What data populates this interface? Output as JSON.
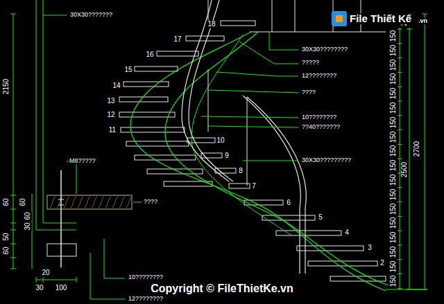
{
  "diagram": {
    "labels": [
      "30X30???????",
      "18",
      "17",
      "16",
      "15",
      "14",
      "13",
      "12",
      "11",
      "10",
      "9",
      "8",
      "7",
      "6",
      "5",
      "4",
      "3",
      "2",
      "30X30????????",
      "?????",
      "12????????",
      "????",
      "10????????",
      "??40???????",
      "30X30?????????",
      "M8?????",
      "????",
      "10????????",
      "12????????",
      "2150",
      "2700",
      "2500",
      "20",
      "150",
      "150",
      "150",
      "150",
      "150",
      "150",
      "150",
      "150",
      "150",
      "150",
      "150",
      "150",
      "150",
      "150",
      "150",
      "150",
      "150",
      "150",
      "60",
      "60",
      "60",
      "30",
      "50",
      "60",
      "20",
      "30",
      "100",
      "Copyright © FileThietKe.vn",
      "File Thiết Kế",
      ".vn"
    ]
  }
}
